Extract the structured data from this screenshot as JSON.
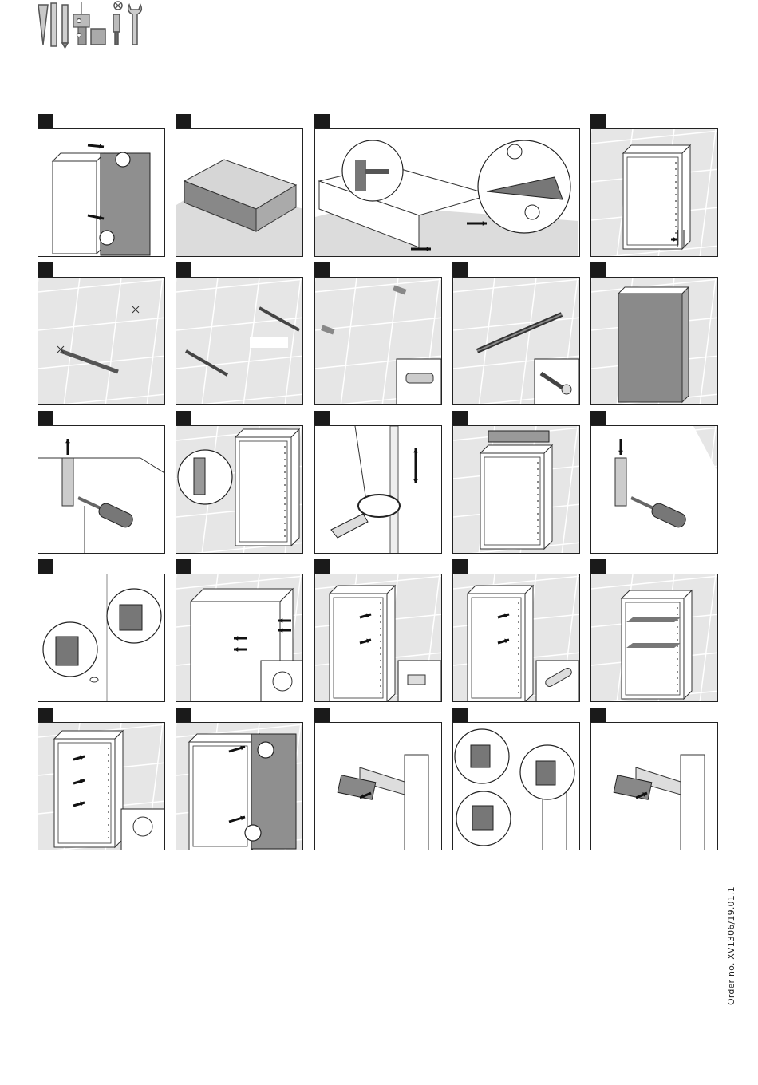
{
  "document": {
    "order_number": "Order no. XV1306/19.01.1"
  },
  "header": {
    "tool_icons": [
      "spirit-level-icon",
      "pencil-icon",
      "drill-icon",
      "screwdriver-icon",
      "wrench-icon"
    ]
  },
  "steps": [
    {
      "row": 1,
      "col": 1,
      "span": 1,
      "scene": "remove-door"
    },
    {
      "row": 1,
      "col": 2,
      "span": 1,
      "scene": "box-on-floor"
    },
    {
      "row": 1,
      "col": 3,
      "span": 2,
      "scene": "bracket-detail"
    },
    {
      "row": 1,
      "col": 5,
      "span": 1,
      "scene": "measure-cabinet"
    },
    {
      "row": 2,
      "col": 1,
      "span": 1,
      "scene": "mark-wall"
    },
    {
      "row": 2,
      "col": 2,
      "span": 1,
      "scene": "drill-holes"
    },
    {
      "row": 2,
      "col": 3,
      "span": 1,
      "scene": "wall-plugs"
    },
    {
      "row": 2,
      "col": 4,
      "span": 1,
      "scene": "mount-rail"
    },
    {
      "row": 2,
      "col": 5,
      "span": 1,
      "scene": "hang-cabinet"
    },
    {
      "row": 3,
      "col": 1,
      "span": 1,
      "scene": "adjust-hanger"
    },
    {
      "row": 3,
      "col": 2,
      "span": 1,
      "scene": "hanger-detail"
    },
    {
      "row": 3,
      "col": 3,
      "span": 1,
      "scene": "wrench-adjust"
    },
    {
      "row": 3,
      "col": 4,
      "span": 1,
      "scene": "level-check"
    },
    {
      "row": 3,
      "col": 5,
      "span": 1,
      "scene": "tighten-hanger"
    },
    {
      "row": 4,
      "col": 1,
      "span": 1,
      "scene": "bumper-detail"
    },
    {
      "row": 4,
      "col": 2,
      "span": 1,
      "scene": "insert-bumpers"
    },
    {
      "row": 4,
      "col": 3,
      "span": 1,
      "scene": "shelf-supports"
    },
    {
      "row": 4,
      "col": 4,
      "span": 1,
      "scene": "shelf-pins"
    },
    {
      "row": 4,
      "col": 5,
      "span": 1,
      "scene": "insert-shelves"
    },
    {
      "row": 5,
      "col": 1,
      "span": 1,
      "scene": "shelf-bumpers"
    },
    {
      "row": 5,
      "col": 2,
      "span": 1,
      "scene": "attach-door"
    },
    {
      "row": 5,
      "col": 3,
      "span": 1,
      "scene": "hinge-cover"
    },
    {
      "row": 5,
      "col": 4,
      "span": 1,
      "scene": "hinge-adjust"
    },
    {
      "row": 5,
      "col": 5,
      "span": 1,
      "scene": "hinge-cover-2"
    }
  ]
}
